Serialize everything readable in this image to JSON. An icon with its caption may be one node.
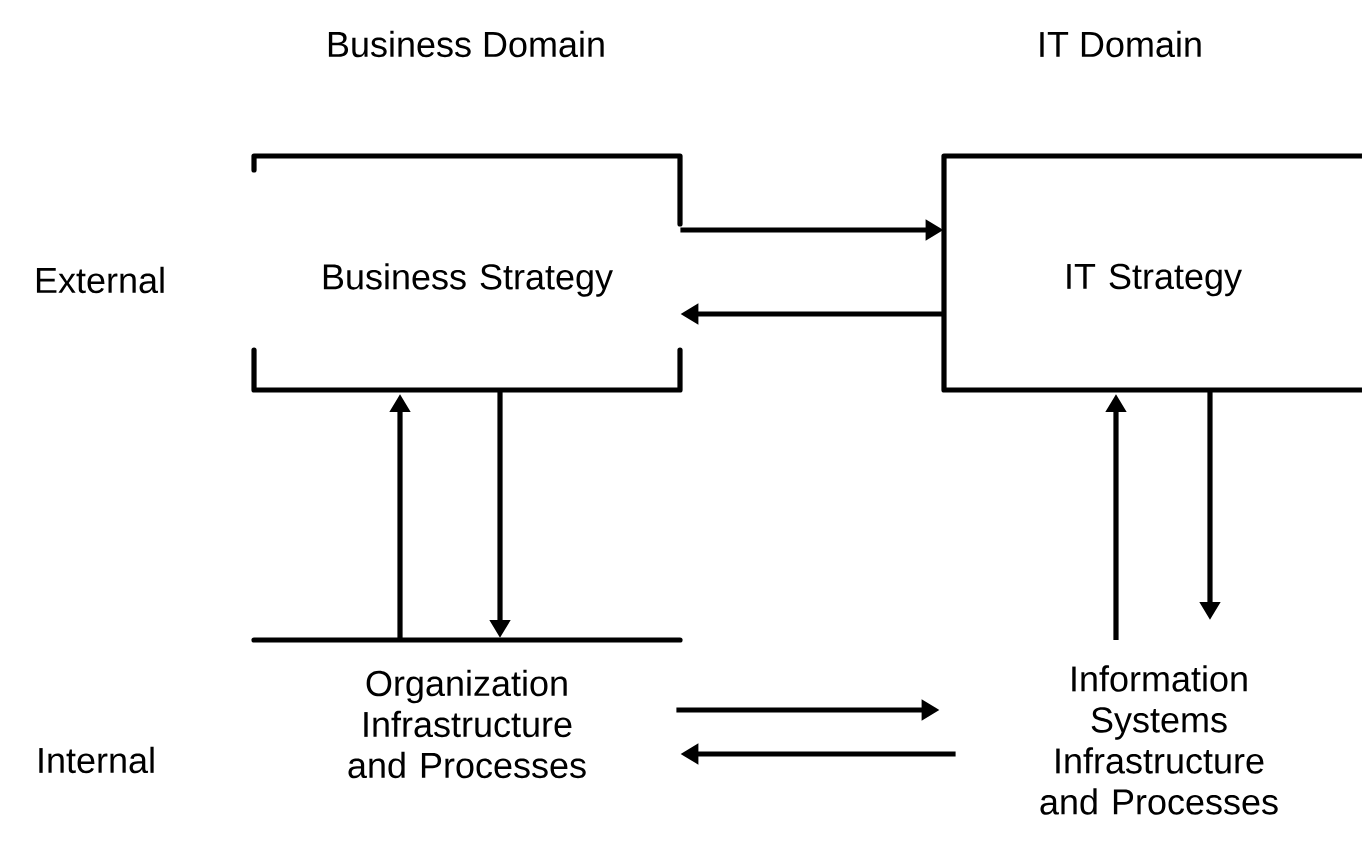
{
  "diagram": {
    "nodes": [
      {
        "text": [
          "Business Strategy"
        ]
      },
      {
        "text": [
          "IT Strategy"
        ]
      },
      {
        "text": [
          "Organization Infrastructure and Processes"
        ]
      },
      {
        "text": [
          "Information Systems Infrastructure and Processes"
        ]
      }
    ],
    "edges": [
      {
        "from": 0,
        "to": 1,
        "arrow": "to"
      },
      {
        "from": 1,
        "to": 0,
        "arrow": "to"
      },
      {
        "from": 2,
        "to": 0,
        "arrow": "to"
      },
      {
        "from": 0,
        "to": 2,
        "arrow": "to"
      },
      {
        "from": 3,
        "to": 1,
        "arrow": "to"
      },
      {
        "from": 1,
        "to": 3,
        "arrow": "to"
      },
      {
        "from": 2,
        "to": 3,
        "arrow": "to"
      },
      {
        "from": 3,
        "to": 2,
        "arrow": "to"
      }
    ],
    "labels": [
      "Business Domain",
      "IT Domain",
      "External",
      "Internal"
    ]
  }
}
